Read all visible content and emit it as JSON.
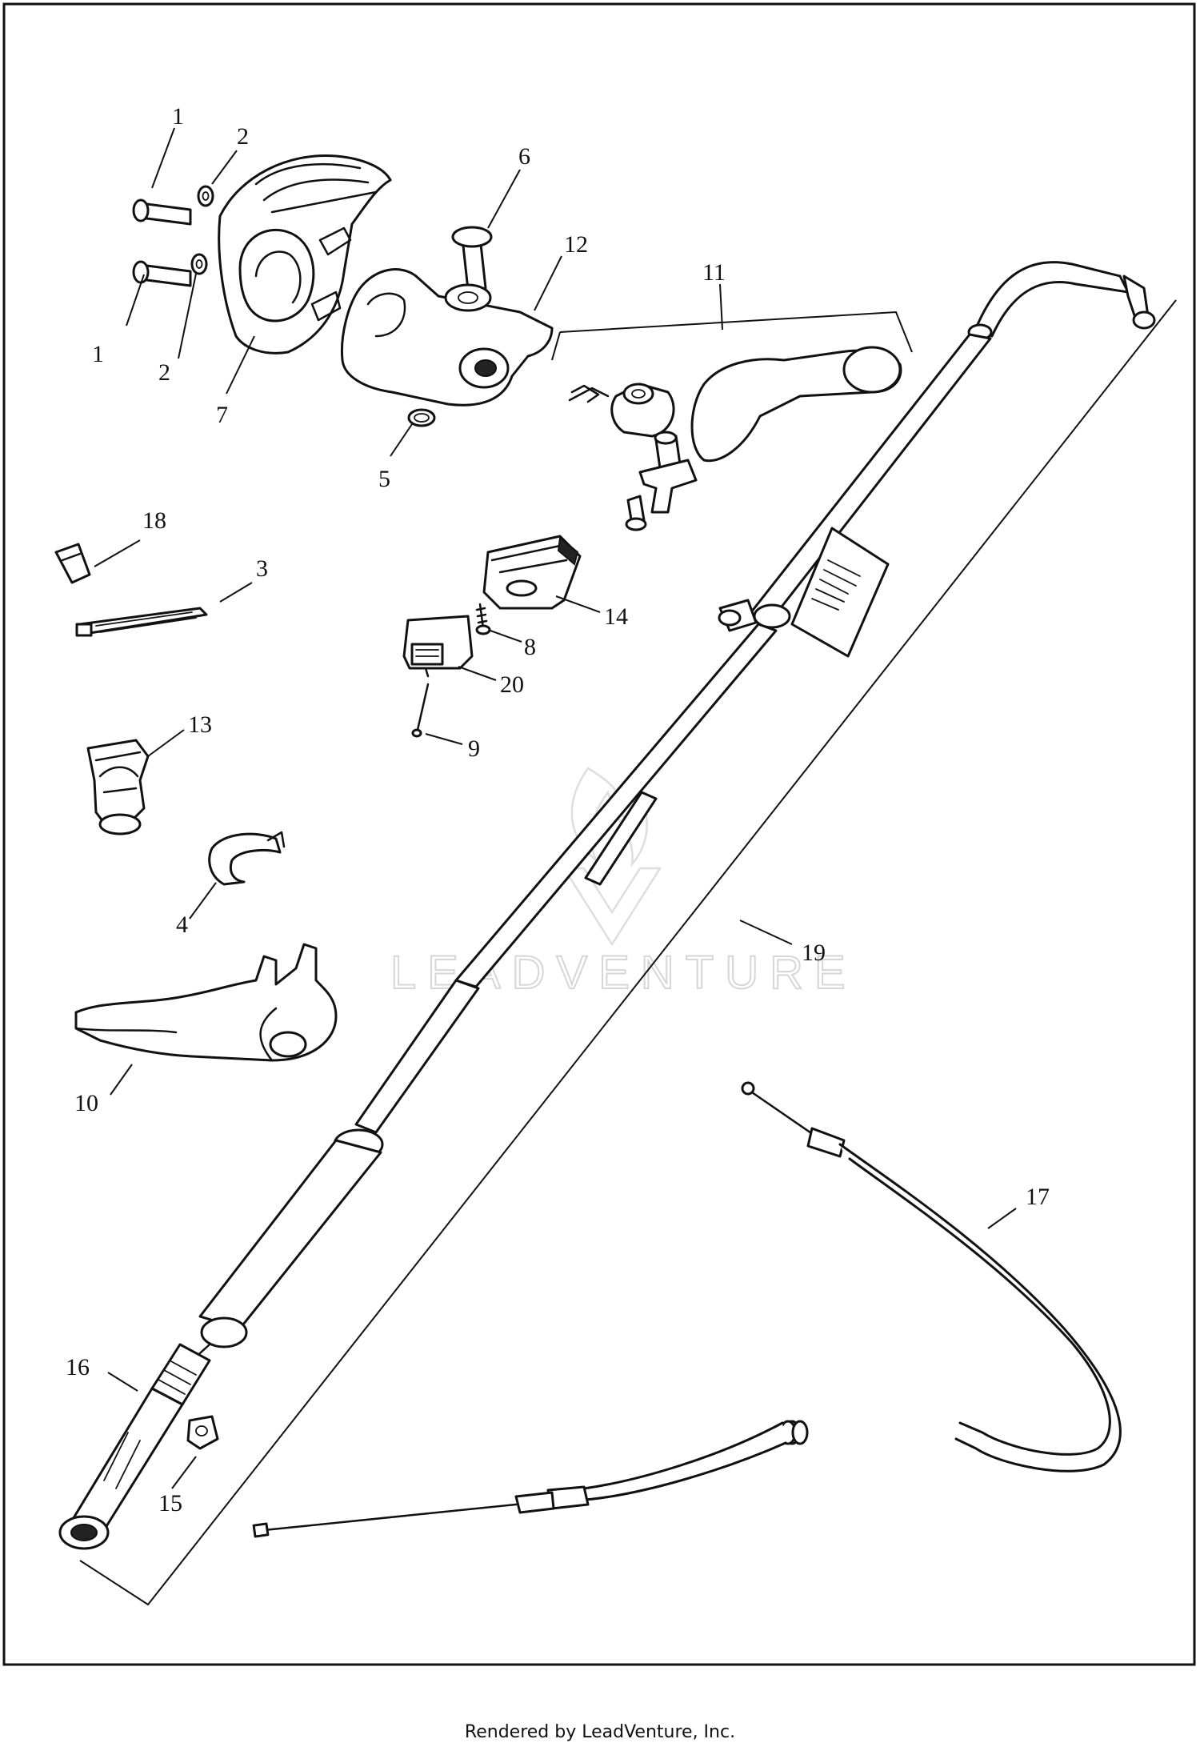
{
  "diagram": {
    "callouts": [
      "1",
      "2",
      "1",
      "2",
      "7",
      "6",
      "12",
      "11",
      "5",
      "18",
      "3",
      "14",
      "8",
      "20",
      "9",
      "13",
      "4",
      "10",
      "19",
      "17",
      "16",
      "15"
    ]
  },
  "watermark": {
    "text": "LEADVENTURE"
  },
  "footer": {
    "text": "Rendered by LeadVenture, Inc."
  }
}
